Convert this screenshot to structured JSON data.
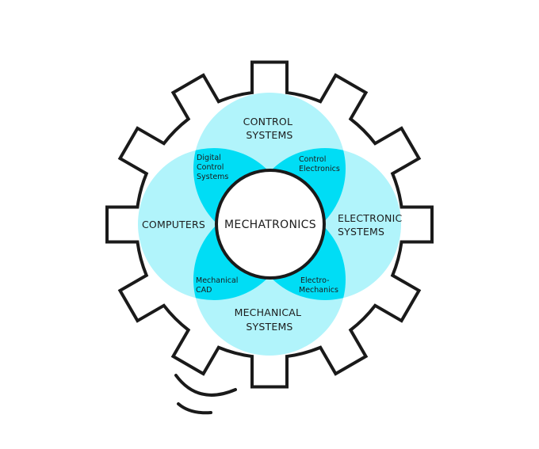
{
  "diagram": {
    "title": "Mechatronics",
    "center_label": "MECHATRONICS",
    "gear": {
      "teeth": 12
    },
    "colors": {
      "single": "#b1f4fb",
      "overlap": "#00ddf5",
      "outline": "#1a1a1a",
      "center_fill": "#ffffff"
    },
    "disciplines": [
      {
        "id": "top",
        "lines": [
          "CONTROL",
          "SYSTEMS"
        ]
      },
      {
        "id": "left",
        "lines": [
          "COMPUTERS"
        ]
      },
      {
        "id": "right",
        "lines": [
          "ELECTRONIC",
          "SYSTEMS"
        ]
      },
      {
        "id": "bottom",
        "lines": [
          "MECHANICAL",
          "SYSTEMS"
        ]
      }
    ],
    "overlaps": [
      {
        "id": "top-left",
        "lines": [
          "Digital",
          "Control",
          "Systems"
        ]
      },
      {
        "id": "top-right",
        "lines": [
          "Control",
          "Electronics"
        ]
      },
      {
        "id": "bottom-left",
        "lines": [
          "Mechanical",
          "CAD"
        ]
      },
      {
        "id": "bottom-right",
        "lines": [
          "Electro-",
          "Mechanics"
        ]
      }
    ]
  }
}
